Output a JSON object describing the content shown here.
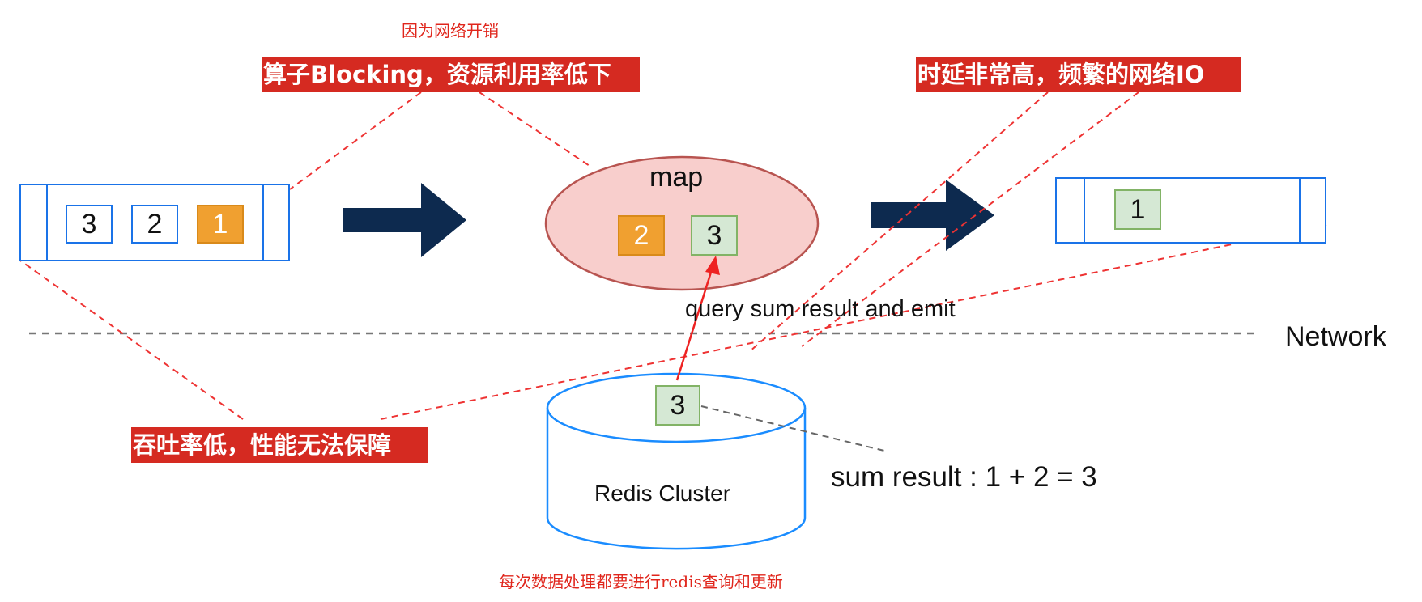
{
  "captions": {
    "network_overhead": "因为网络开销",
    "redis_per_record": "每次数据处理都要进行redis查询和更新"
  },
  "banners": {
    "operator_blocking": "算子Blocking，资源利用率低下",
    "high_latency": "时延非常高，频繁的网络IO",
    "low_throughput": "吞吐率低，性能无法保障"
  },
  "input_queue": {
    "items": [
      "3",
      "2",
      "1"
    ]
  },
  "map_operator": {
    "label": "map",
    "items": [
      "2",
      "3"
    ]
  },
  "output_queue": {
    "items": [
      "1"
    ]
  },
  "redis": {
    "label": "Redis Cluster",
    "item": "3"
  },
  "annotations": {
    "query_emit": "query sum result and emit",
    "network": "Network",
    "sum_result": "sum result : 1 + 2 = 3"
  },
  "colors": {
    "red_callout": "#d52a21",
    "dashed_red": "#ee3333",
    "blue_border": "#1a73e8",
    "orange_item": "#f0a030",
    "green_item": "#d5e8d4",
    "map_fill": "#f8cecc",
    "map_stroke": "#b85450",
    "arrow_navy": "#0d2a4f"
  }
}
